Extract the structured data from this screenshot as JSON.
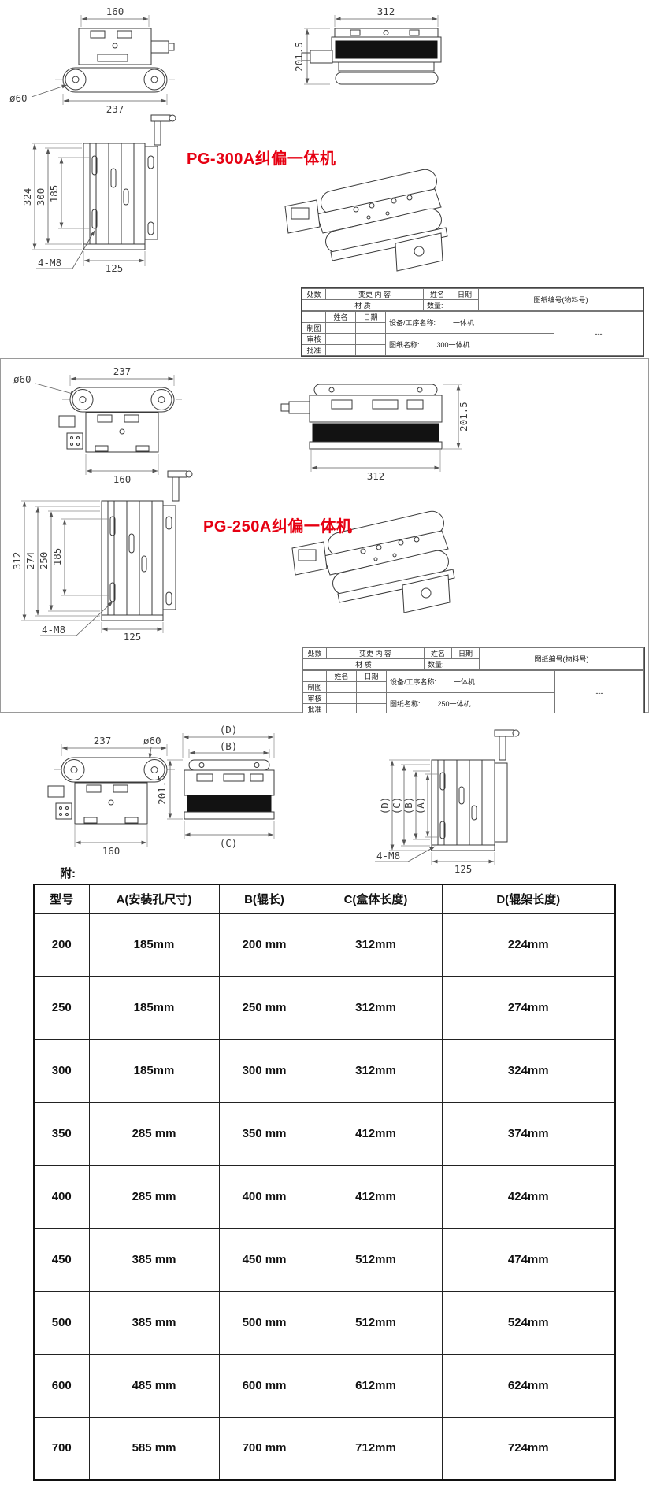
{
  "colors": {
    "model_title_red": "#e60012",
    "drawing_line": "#3a3a3a"
  },
  "titleblock_labels": {
    "revisions": "处数",
    "change_content": "变更 内 容",
    "name": "姓名",
    "date": "日期",
    "material": "材 质",
    "quantity": "数量:",
    "drawing_no": "图纸编号(物料号)",
    "drafted": "制图",
    "checked": "审核",
    "approved": "批准",
    "device_label": "设备/工序名称:",
    "drawing_name_label": "图纸名称:"
  },
  "s1": {
    "model_title": "PG-300A纠偏一体机",
    "top_view": {
      "dim_body_width": "160",
      "dim_roller_width": "237",
      "dim_roller_dia": "ø60"
    },
    "side_view": {
      "dim_width": "312",
      "dim_height": "201.5"
    },
    "front_view": {
      "dim_total_height": "324",
      "dim_frame_height": "300",
      "dim_hole_span": "185",
      "dim_width": "125",
      "thread_note": "4-M8"
    },
    "titleblock": {
      "device_value": "一体机",
      "drawing_name_value": "300一体机",
      "right_mark": "---"
    }
  },
  "s2": {
    "model_title": "PG-250A纠偏一体机",
    "top_view": {
      "dim_roller_dia": "ø60",
      "dim_roller_width": "237",
      "dim_body_width": "160"
    },
    "side_view": {
      "dim_height": "201.5",
      "dim_width": "312"
    },
    "front_view": {
      "dim_total_height": "312",
      "dim_frame_height": "274",
      "dim_roller_height": "250",
      "dim_hole_span": "185",
      "dim_width": "125",
      "thread_note": "4-M8"
    },
    "titleblock": {
      "device_value": "一体机",
      "drawing_name_value": "250一体机",
      "right_mark": "---"
    }
  },
  "s3": {
    "note_label": "附:",
    "top_view": {
      "dim_roller_width": "237",
      "dim_roller_dia": "ø60",
      "dim_body_width": "160"
    },
    "side_view": {
      "dim_top": "(D)",
      "dim_inner": "(B)",
      "dim_height": "201.5",
      "dim_bottom": "(C)"
    },
    "front_view": {
      "dim_outer": "(D)",
      "dim_mid": "(C)",
      "dim_inner": "(B)",
      "dim_hole": "(A)",
      "dim_width": "125",
      "thread_note": "4-M8"
    }
  },
  "table": {
    "headers": [
      "型号",
      "A(安装孔尺寸)",
      "B(辊长)",
      "C(盒体长度)",
      "D(辊架长度)"
    ],
    "rows": [
      [
        "200",
        "185mm",
        "200 mm",
        "312mm",
        "224mm"
      ],
      [
        "250",
        "185mm",
        "250 mm",
        "312mm",
        "274mm"
      ],
      [
        "300",
        "185mm",
        "300 mm",
        "312mm",
        "324mm"
      ],
      [
        "350",
        "285 mm",
        "350 mm",
        "412mm",
        "374mm"
      ],
      [
        "400",
        "285 mm",
        "400 mm",
        "412mm",
        "424mm"
      ],
      [
        "450",
        "385 mm",
        "450 mm",
        "512mm",
        "474mm"
      ],
      [
        "500",
        "385 mm",
        "500 mm",
        "512mm",
        "524mm"
      ],
      [
        "600",
        "485 mm",
        "600 mm",
        "612mm",
        "624mm"
      ],
      [
        "700",
        "585 mm",
        "700 mm",
        "712mm",
        "724mm"
      ]
    ]
  }
}
